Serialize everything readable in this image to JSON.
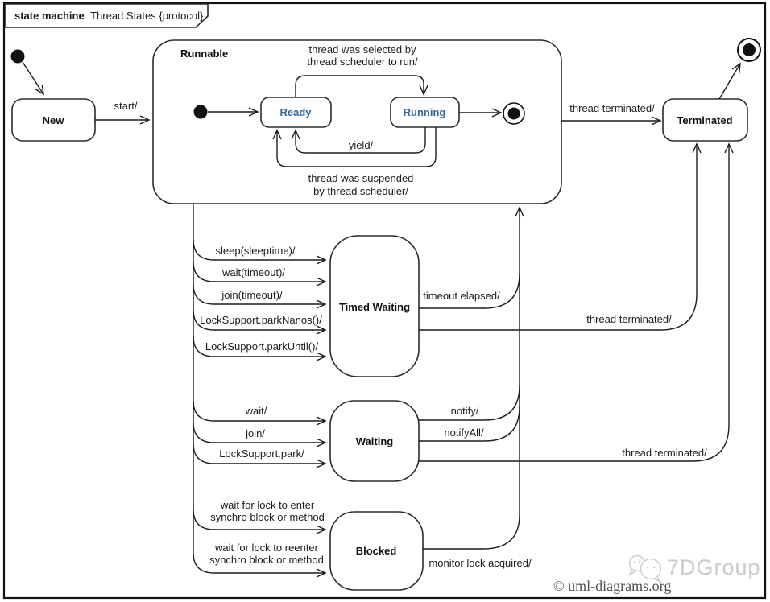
{
  "frame": {
    "title_keyword": "state machine",
    "title_name": "Thread States {protocol}"
  },
  "states": {
    "new": "New",
    "runnable": "Runnable",
    "ready": "Ready",
    "running": "Running",
    "terminated": "Terminated",
    "timed_waiting": "Timed Waiting",
    "waiting": "Waiting",
    "blocked": "Blocked"
  },
  "transitions": {
    "start": "start/",
    "selected": [
      "thread was selected by",
      "thread scheduler to run/"
    ],
    "yield": "yield/",
    "suspended": [
      "thread was suspended",
      "by thread scheduler/"
    ],
    "terminated_from_runnable": "thread terminated/",
    "to_timed_waiting": [
      "sleep(sleeptime)/",
      "wait(timeout)/",
      "join(timeout)/",
      "LockSupport.parkNanos()/",
      "LockSupport.parkUntil()/"
    ],
    "timeout_elapsed": "timeout elapsed/",
    "terminated_from_timed_waiting": "thread terminated/",
    "to_waiting": [
      "wait/",
      "join/",
      "LockSupport.park/"
    ],
    "notify": "notify/",
    "notify_all": "notifyAll/",
    "terminated_from_waiting": "thread terminated/",
    "to_blocked_enter": [
      "wait for lock to enter",
      "synchro block or method"
    ],
    "to_blocked_reenter": [
      "wait for lock to reenter",
      "synchro block or method"
    ],
    "monitor_lock_acquired": "monitor lock acquired/"
  },
  "watermark": {
    "brand": "7DGroup",
    "copyright": "© uml-diagrams.org"
  },
  "colors": {
    "inner_state_text": "#336699",
    "line": "#1c1c1c",
    "watermark_brand": "#cbcbcb",
    "watermark_copyright": "#4f4f4f"
  }
}
